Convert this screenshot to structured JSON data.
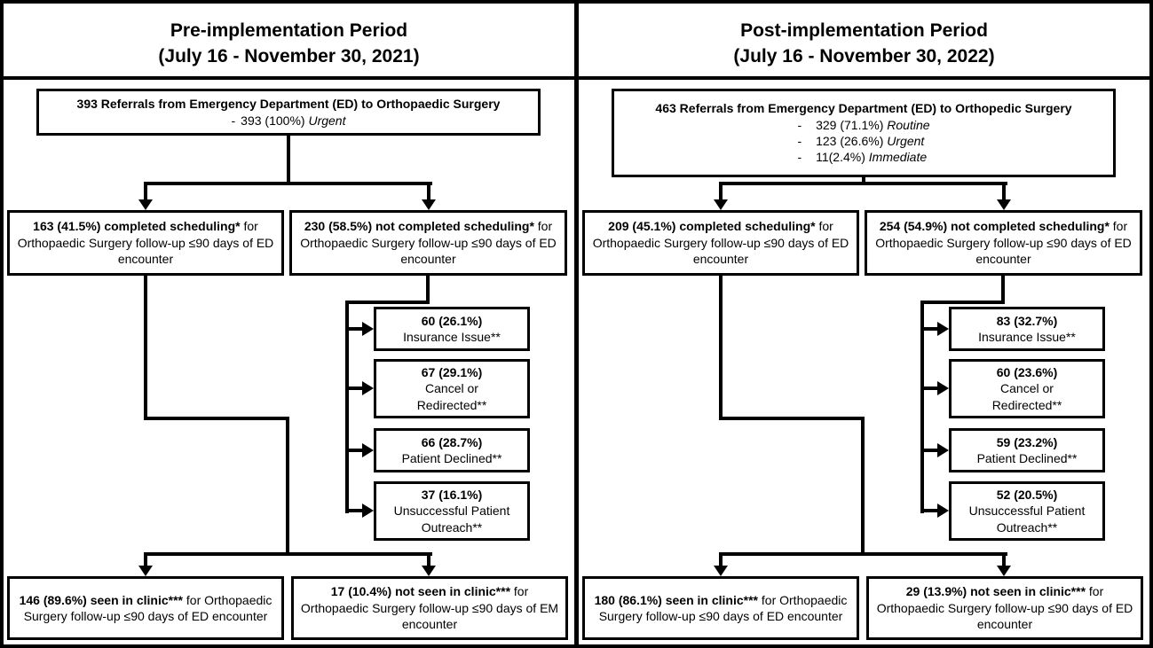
{
  "figure": {
    "type": "flow-diagram",
    "background_color": "#ffffff",
    "line_color": "#000000",
    "text_color": "#000000"
  },
  "panels": [
    {
      "id": "pre",
      "header": {
        "title": "Pre-implementation Period",
        "dates": "(July 16 - November 30, 2021)"
      },
      "referrals": {
        "title": "393 Referrals from Emergency Department (ED) to Orthopaedic Surgery",
        "breakdown": [
          {
            "dash": "-",
            "count": "393 (100%)",
            "acuity": "Urgent"
          }
        ]
      },
      "completed": {
        "bold": "163 (41.5%) completed scheduling*",
        "rest": " for Orthopaedic Surgery follow-up ≤90 days of ED encounter"
      },
      "not_completed": {
        "bold": "230 (58.5%) not completed scheduling*",
        "rest": " for Orthopaedic Surgery follow-up ≤90 days of ED encounter"
      },
      "reasons": [
        {
          "count": "60 (26.1%)",
          "lines": [
            "Insurance Issue**"
          ]
        },
        {
          "count": "67 (29.1%)",
          "lines": [
            "Cancel or",
            "Redirected**"
          ]
        },
        {
          "count": "66 (28.7%)",
          "lines": [
            "Patient Declined**"
          ]
        },
        {
          "count": "37 (16.1%)",
          "lines": [
            "Unsuccessful Patient",
            "Outreach**"
          ]
        }
      ],
      "seen": {
        "bold": "146 (89.6%) seen in clinic***",
        "rest": " for Orthopaedic Surgery follow-up ≤90 days of ED encounter"
      },
      "not_seen": {
        "bold": "17 (10.4%) not seen in clinic***",
        "rest": " for Orthopaedic Surgery follow-up ≤90 days of EM encounter"
      }
    },
    {
      "id": "post",
      "header": {
        "title": "Post-implementation Period",
        "dates": "(July 16 - November 30, 2022)"
      },
      "referrals": {
        "title": "463 Referrals from Emergency Department (ED) to Orthopedic Surgery",
        "breakdown": [
          {
            "dash": "-",
            "count": "329 (71.1%)",
            "acuity": "Routine"
          },
          {
            "dash": "-",
            "count": "123 (26.6%)",
            "acuity": "Urgent"
          },
          {
            "dash": "-",
            "count": "11(2.4%)",
            "acuity": "Immediate"
          }
        ]
      },
      "completed": {
        "bold": "209 (45.1%) completed scheduling*",
        "rest": " for Orthopaedic Surgery follow-up ≤90 days of ED encounter"
      },
      "not_completed": {
        "bold": "254 (54.9%) not completed scheduling*",
        "rest": " for Orthopaedic Surgery follow-up ≤90 days of ED encounter"
      },
      "reasons": [
        {
          "count": "83 (32.7%)",
          "lines": [
            "Insurance Issue**"
          ]
        },
        {
          "count": "60 (23.6%)",
          "lines": [
            "Cancel or",
            "Redirected**"
          ]
        },
        {
          "count": "59 (23.2%)",
          "lines": [
            "Patient Declined**"
          ]
        },
        {
          "count": "52 (20.5%)",
          "lines": [
            "Unsuccessful Patient",
            "Outreach**"
          ]
        }
      ],
      "seen": {
        "bold": "180 (86.1%) seen in clinic***",
        "rest": " for Orthopaedic Surgery follow-up ≤90 days of ED encounter"
      },
      "not_seen": {
        "bold": "29 (13.9%) not seen in clinic***",
        "rest": " for Orthopaedic Surgery follow-up ≤90 days of ED encounter"
      }
    }
  ]
}
